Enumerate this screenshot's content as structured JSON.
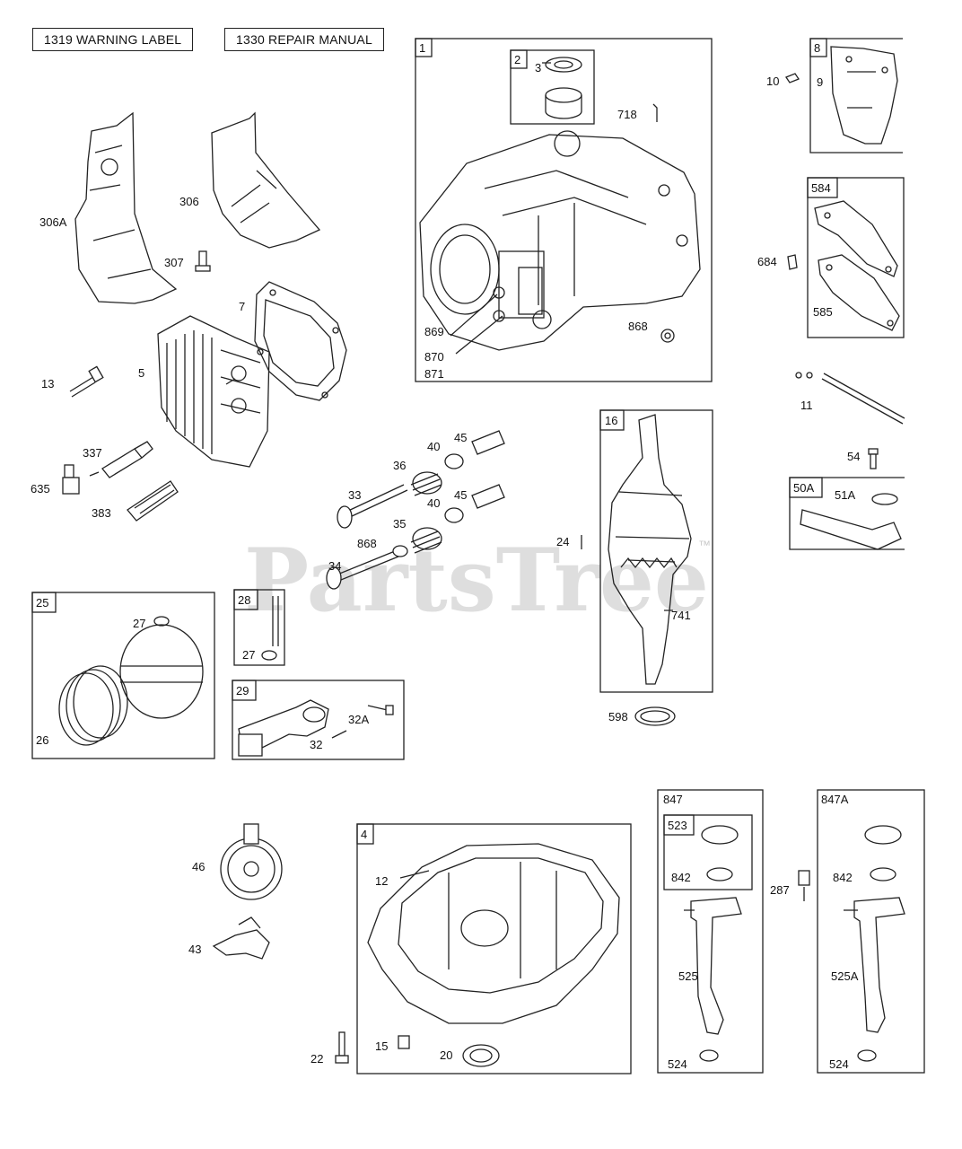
{
  "header_buttons": {
    "warning_label": "1319 WARNING LABEL",
    "repair_manual": "1330 REPAIR MANUAL"
  },
  "watermark": {
    "brand": "PartsTree",
    "mark": "™"
  },
  "boxes": {
    "b1": "1",
    "b2": "2",
    "b8": "8",
    "b584": "584",
    "b16": "16",
    "b50a": "50A",
    "b25": "25",
    "b28": "28",
    "b29": "29",
    "b4": "4",
    "b847": "847",
    "b523": "523",
    "b847a": "847A"
  },
  "labels": {
    "p3": "3",
    "p718": "718",
    "p869": "869",
    "p870": "870",
    "p871": "871",
    "p868a": "868",
    "p10": "10",
    "p9": "9",
    "p684": "684",
    "p585": "585",
    "p11": "11",
    "p54": "54",
    "p51a": "51A",
    "p306a": "306A",
    "p306": "306",
    "p307": "307",
    "p7": "7",
    "p13": "13",
    "p5": "5",
    "p337": "337",
    "p635": "635",
    "p383": "383",
    "p40a": "40",
    "p45a": "45",
    "p36": "36",
    "p33": "33",
    "p40b": "40",
    "p45b": "45",
    "p35": "35",
    "p868b": "868",
    "p34": "34",
    "p24": "24",
    "p741": "741",
    "p598": "598",
    "p27a": "27",
    "p26": "26",
    "p27b": "27",
    "p32a": "32A",
    "p32": "32",
    "p46": "46",
    "p43": "43",
    "p12": "12",
    "p22": "22",
    "p15": "15",
    "p20": "20",
    "p842a": "842",
    "p525": "525",
    "p524a": "524",
    "p287": "287",
    "p842b": "842",
    "p525a": "525A",
    "p524b": "524"
  }
}
